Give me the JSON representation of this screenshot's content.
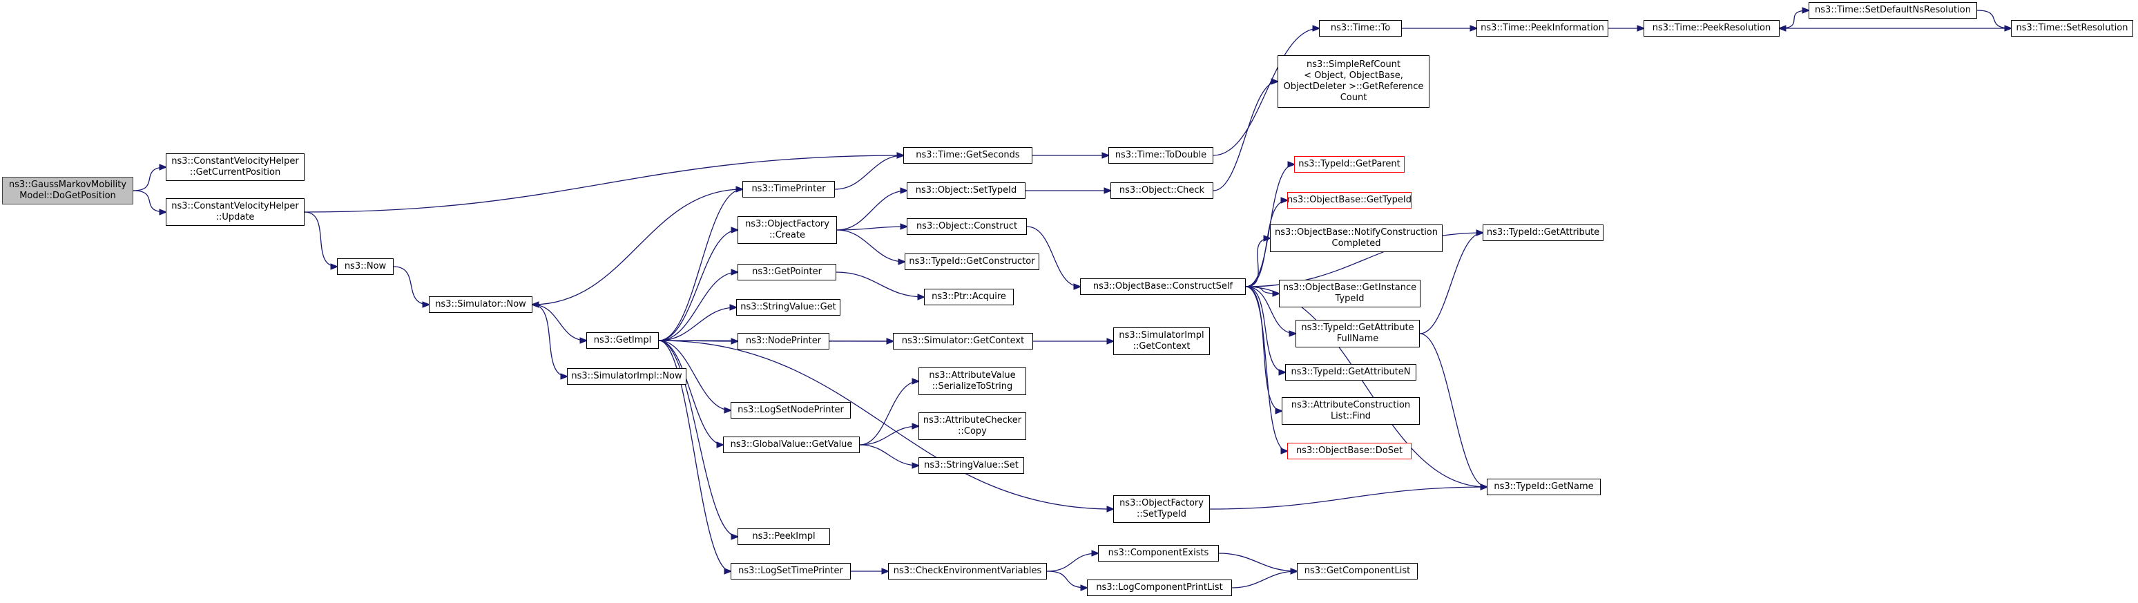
{
  "graph": {
    "edge_color": "#191970",
    "root_fill": "#bfbfbf",
    "truncated_border": "#ff0000",
    "nodes": [
      {
        "id": "root",
        "label": "ns3::GaussMarkovMobility\nModel::DoGetPosition",
        "style": "root"
      },
      {
        "id": "cvh_getcur",
        "label": "ns3::ConstantVelocityHelper\n::GetCurrentPosition"
      },
      {
        "id": "cvh_update",
        "label": "ns3::ConstantVelocityHelper\n::Update"
      },
      {
        "id": "now",
        "label": "ns3::Now"
      },
      {
        "id": "sim_now",
        "label": "ns3::Simulator::Now"
      },
      {
        "id": "getimpl",
        "label": "ns3::GetImpl"
      },
      {
        "id": "simimpl_now",
        "label": "ns3::SimulatorImpl::Now"
      },
      {
        "id": "timeprinter",
        "label": "ns3::TimePrinter"
      },
      {
        "id": "objfactory_create",
        "label": "ns3::ObjectFactory\n::Create"
      },
      {
        "id": "getpointer",
        "label": "ns3::GetPointer"
      },
      {
        "id": "stringvalue_get",
        "label": "ns3::StringValue::Get"
      },
      {
        "id": "nodeprinter",
        "label": "ns3::NodePrinter"
      },
      {
        "id": "logsetnodeprinter",
        "label": "ns3::LogSetNodePrinter"
      },
      {
        "id": "globalvalue_getvalue",
        "label": "ns3::GlobalValue::GetValue"
      },
      {
        "id": "peekimpl",
        "label": "ns3::PeekImpl"
      },
      {
        "id": "logsettimeprinter",
        "label": "ns3::LogSetTimePrinter"
      },
      {
        "id": "time_getseconds",
        "label": "ns3::Time::GetSeconds"
      },
      {
        "id": "object_settypeid",
        "label": "ns3::Object::SetTypeId"
      },
      {
        "id": "object_construct",
        "label": "ns3::Object::Construct"
      },
      {
        "id": "typeid_getconstructor",
        "label": "ns3::TypeId::GetConstructor"
      },
      {
        "id": "ptr_acquire",
        "label": "ns3::Ptr::Acquire"
      },
      {
        "id": "sim_getcontext",
        "label": "ns3::Simulator::GetContext"
      },
      {
        "id": "attrvalue_serialize",
        "label": "ns3::AttributeValue\n::SerializeToString"
      },
      {
        "id": "attrchecker_copy",
        "label": "ns3::AttributeChecker\n::Copy"
      },
      {
        "id": "stringvalue_set",
        "label": "ns3::StringValue::Set"
      },
      {
        "id": "checkenv",
        "label": "ns3::CheckEnvironmentVariables"
      },
      {
        "id": "time_todouble",
        "label": "ns3::Time::ToDouble"
      },
      {
        "id": "object_check",
        "label": "ns3::Object::Check"
      },
      {
        "id": "objbase_constructself",
        "label": "ns3::ObjectBase::ConstructSelf"
      },
      {
        "id": "simimpl_getcontext",
        "label": "ns3::SimulatorImpl\n::GetContext"
      },
      {
        "id": "objfactory_settypeid",
        "label": "ns3::ObjectFactory\n::SetTypeId"
      },
      {
        "id": "componentexists",
        "label": "ns3::ComponentExists"
      },
      {
        "id": "logcomponentprintlist",
        "label": "ns3::LogComponentPrintList"
      },
      {
        "id": "time_to",
        "label": "ns3::Time::To"
      },
      {
        "id": "simplerefcount",
        "label": "ns3::SimpleRefCount\n< Object, ObjectBase,\n ObjectDeleter >::GetReference\nCount"
      },
      {
        "id": "typeid_getparent",
        "label": "ns3::TypeId::GetParent",
        "style": "truncated"
      },
      {
        "id": "objbase_gettypeid",
        "label": "ns3::ObjectBase::GetTypeId",
        "style": "truncated"
      },
      {
        "id": "objbase_notify",
        "label": "ns3::ObjectBase::NotifyConstruction\nCompleted"
      },
      {
        "id": "objbase_getinstance",
        "label": "ns3::ObjectBase::GetInstance\nTypeId"
      },
      {
        "id": "typeid_getattrfullname",
        "label": "ns3::TypeId::GetAttribute\nFullName"
      },
      {
        "id": "typeid_getattrn",
        "label": "ns3::TypeId::GetAttributeN"
      },
      {
        "id": "attrconstructionlist_find",
        "label": "ns3::AttributeConstruction\nList::Find"
      },
      {
        "id": "objbase_doset",
        "label": "ns3::ObjectBase::DoSet",
        "style": "truncated"
      },
      {
        "id": "getcomponentlist",
        "label": "ns3::GetComponentList"
      },
      {
        "id": "time_peekinfo",
        "label": "ns3::Time::PeekInformation"
      },
      {
        "id": "typeid_getattribute",
        "label": "ns3::TypeId::GetAttribute"
      },
      {
        "id": "typeid_getname",
        "label": "ns3::TypeId::GetName"
      },
      {
        "id": "time_peekres",
        "label": "ns3::Time::PeekResolution"
      },
      {
        "id": "time_setdefaultns",
        "label": "ns3::Time::SetDefaultNsResolution"
      },
      {
        "id": "time_setres",
        "label": "ns3::Time::SetResolution"
      }
    ],
    "edges": [
      [
        "root",
        "cvh_getcur"
      ],
      [
        "root",
        "cvh_update"
      ],
      [
        "cvh_update",
        "time_getseconds"
      ],
      [
        "cvh_update",
        "now"
      ],
      [
        "now",
        "sim_now"
      ],
      [
        "sim_now",
        "getimpl"
      ],
      [
        "sim_now",
        "simimpl_now"
      ],
      [
        "getimpl",
        "timeprinter"
      ],
      [
        "getimpl",
        "objfactory_create"
      ],
      [
        "getimpl",
        "getpointer"
      ],
      [
        "getimpl",
        "stringvalue_get"
      ],
      [
        "getimpl",
        "nodeprinter"
      ],
      [
        "getimpl",
        "logsetnodeprinter"
      ],
      [
        "getimpl",
        "globalvalue_getvalue"
      ],
      [
        "getimpl",
        "peekimpl"
      ],
      [
        "getimpl",
        "logsettimeprinter"
      ],
      [
        "getimpl",
        "objfactory_settypeid"
      ],
      [
        "getimpl",
        "sim_getcontext"
      ],
      [
        "timeprinter",
        "time_getseconds"
      ],
      [
        "timeprinter",
        "sim_now"
      ],
      [
        "objfactory_create",
        "object_settypeid"
      ],
      [
        "objfactory_create",
        "object_construct"
      ],
      [
        "objfactory_create",
        "typeid_getconstructor"
      ],
      [
        "getpointer",
        "ptr_acquire"
      ],
      [
        "nodeprinter",
        "sim_getcontext"
      ],
      [
        "globalvalue_getvalue",
        "attrvalue_serialize"
      ],
      [
        "globalvalue_getvalue",
        "attrchecker_copy"
      ],
      [
        "globalvalue_getvalue",
        "stringvalue_set"
      ],
      [
        "logsettimeprinter",
        "checkenv"
      ],
      [
        "checkenv",
        "componentexists"
      ],
      [
        "checkenv",
        "logcomponentprintlist"
      ],
      [
        "componentexists",
        "getcomponentlist"
      ],
      [
        "logcomponentprintlist",
        "getcomponentlist"
      ],
      [
        "time_getseconds",
        "time_todouble"
      ],
      [
        "time_todouble",
        "time_to"
      ],
      [
        "time_to",
        "time_peekinfo"
      ],
      [
        "time_peekinfo",
        "time_peekres"
      ],
      [
        "time_peekres",
        "time_setdefaultns"
      ],
      [
        "time_setdefaultns",
        "time_setres"
      ],
      [
        "time_setres",
        "time_peekres"
      ],
      [
        "object_settypeid",
        "object_check"
      ],
      [
        "object_check",
        "simplerefcount"
      ],
      [
        "object_construct",
        "objbase_constructself"
      ],
      [
        "sim_getcontext",
        "simimpl_getcontext"
      ],
      [
        "objfactory_settypeid",
        "typeid_getname"
      ],
      [
        "objbase_constructself",
        "typeid_getparent"
      ],
      [
        "objbase_constructself",
        "objbase_gettypeid"
      ],
      [
        "objbase_constructself",
        "objbase_notify"
      ],
      [
        "objbase_constructself",
        "objbase_getinstance"
      ],
      [
        "objbase_constructself",
        "typeid_getattrfullname"
      ],
      [
        "objbase_constructself",
        "typeid_getattrn"
      ],
      [
        "objbase_constructself",
        "attrconstructionlist_find"
      ],
      [
        "objbase_constructself",
        "objbase_doset"
      ],
      [
        "objbase_constructself",
        "typeid_getattribute"
      ],
      [
        "objbase_constructself",
        "typeid_getname"
      ],
      [
        "typeid_getattrfullname",
        "typeid_getattribute"
      ],
      [
        "typeid_getattrfullname",
        "typeid_getname"
      ]
    ]
  }
}
